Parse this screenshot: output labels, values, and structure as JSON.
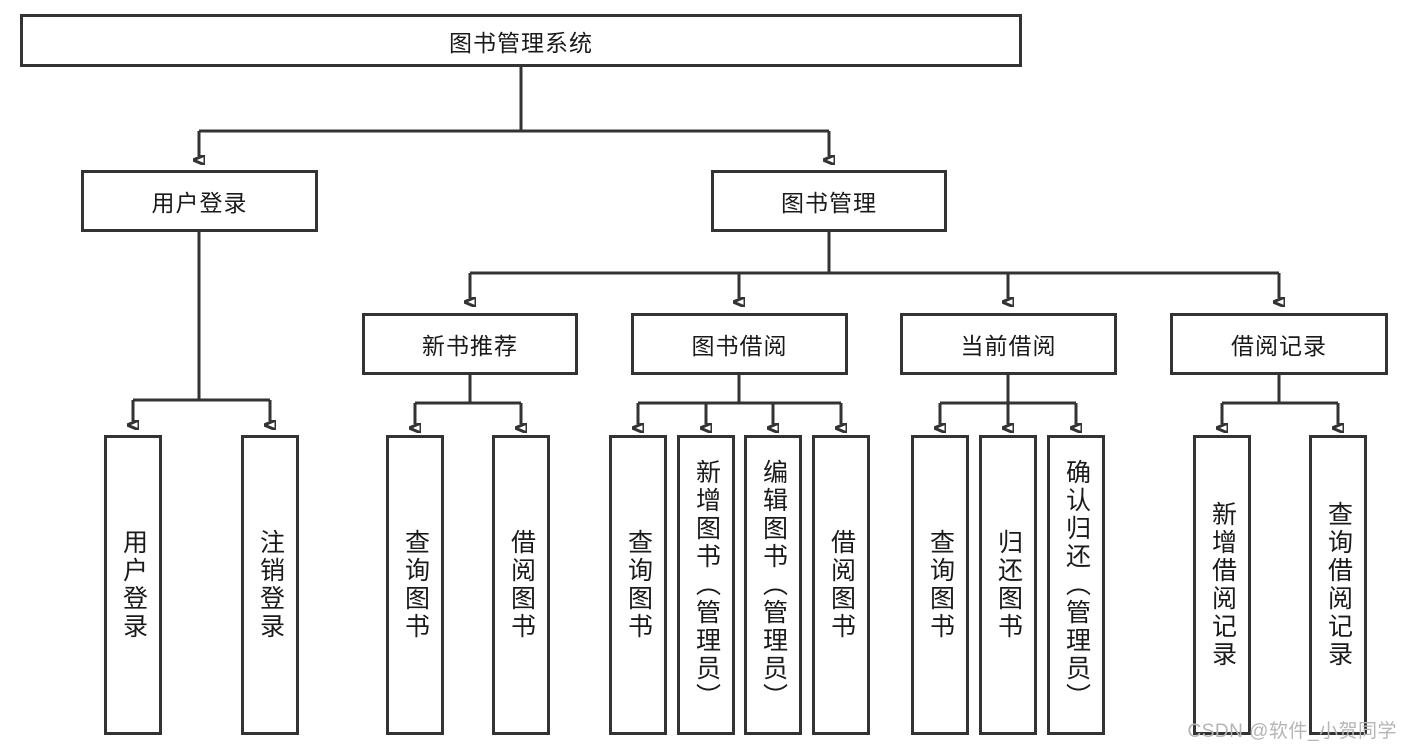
{
  "diagram": {
    "title": "图书管理系统",
    "root": {
      "label": "图书管理系统"
    },
    "level2": [
      {
        "label": "用户登录"
      },
      {
        "label": "图书管理"
      }
    ],
    "level3": [
      {
        "label": "新书推荐"
      },
      {
        "label": "图书借阅"
      },
      {
        "label": "当前借阅"
      },
      {
        "label": "借阅记录"
      }
    ],
    "leaves": {
      "user_login": [
        {
          "label": "用户登录"
        },
        {
          "label": "注销登录"
        }
      ],
      "new_book_recommend": [
        {
          "label": "查询图书"
        },
        {
          "label": "借阅图书"
        }
      ],
      "book_borrow": [
        {
          "label": "查询图书"
        },
        {
          "label": "新增图书（管理员）"
        },
        {
          "label": "编辑图书（管理员）"
        },
        {
          "label": "借阅图书"
        }
      ],
      "current_borrow": [
        {
          "label": "查询图书"
        },
        {
          "label": "归还图书"
        },
        {
          "label": "确认归还（管理员）"
        }
      ],
      "borrow_record": [
        {
          "label": "新增借阅记录"
        },
        {
          "label": "查询借阅记录"
        }
      ]
    }
  },
  "watermark": {
    "text": "CSDN @软件_小贺同学"
  },
  "colors": {
    "stroke": "#333333",
    "background": "#ffffff",
    "text": "#1a1a1a",
    "watermark": "#b5b5b5"
  }
}
